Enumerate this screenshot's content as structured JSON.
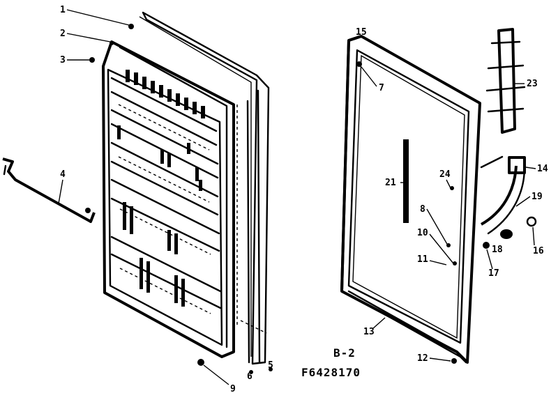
{
  "diagram": {
    "label_section": "B-2",
    "label_figure": "F6428170",
    "callouts": {
      "c1": "1",
      "c2": "2",
      "c3": "3",
      "c4": "4",
      "c5": "5",
      "c6": "6",
      "c7": "7",
      "c8": "8",
      "c9": "9",
      "c10": "10",
      "c11": "11",
      "c12": "12",
      "c13": "13",
      "c14": "14",
      "c15": "15",
      "c16": "16",
      "c17": "17",
      "c18": "18",
      "c19": "19",
      "c21": "21",
      "c23": "23",
      "c24": "24"
    }
  }
}
